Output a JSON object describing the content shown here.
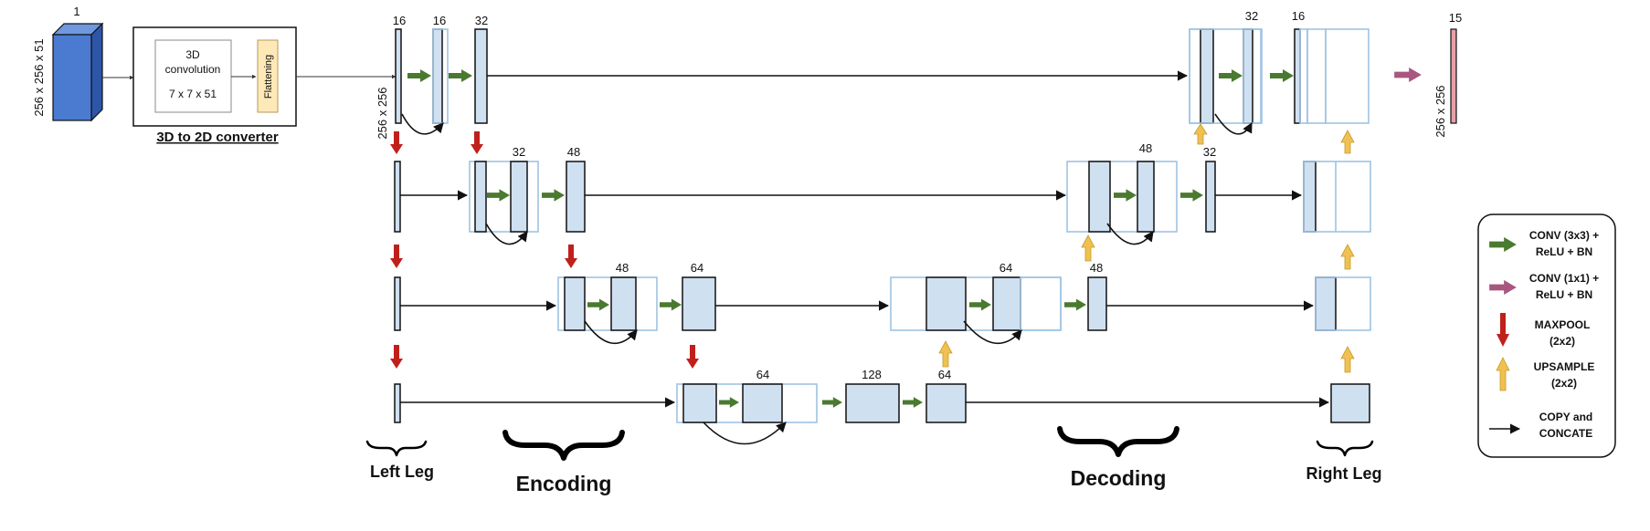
{
  "input": {
    "channels": "1",
    "size": "256 x 256 x 51"
  },
  "converter": {
    "title": "3D to 2D converter",
    "conv_line1": "3D",
    "conv_line2": "convolution",
    "conv_kernel": "7 x 7 x 51",
    "flatten": "Flattening"
  },
  "feature_counts": {
    "l1_a": "16",
    "l1_b": "16",
    "l1_c": "32",
    "l2_a": "32",
    "l2_b": "48",
    "l3_a": "48",
    "l3_b": "64",
    "l4_a": "64",
    "l4_b": "128",
    "l4_c": "64",
    "d3": "64",
    "d3_out": "48",
    "d2": "48",
    "d2_out": "32",
    "d1_a": "32",
    "d1_b": "16",
    "output": "15"
  },
  "dims": {
    "left": "256 x 256",
    "right": "256 x 256"
  },
  "sections": {
    "left_leg": "Left Leg",
    "encoding": "Encoding",
    "decoding": "Decoding",
    "right_leg": "Right Leg"
  },
  "legend": {
    "conv3": [
      "CONV (3x3) +",
      "ReLU + BN"
    ],
    "conv1": [
      "CONV (1x1) +",
      "ReLU + BN"
    ],
    "maxpool": [
      "MAXPOOL",
      "(2x2)"
    ],
    "upsample": [
      "UPSAMPLE",
      "(2x2)"
    ],
    "copy": [
      "COPY and",
      "CONCATE"
    ]
  },
  "colors": {
    "input_block": "#4a7bd0",
    "feature_block": "#cfe0f1",
    "ghost_block": "#9fc3e3",
    "conv3_arrow": "#4a7a2f",
    "conv1_arrow": "#a8577f",
    "maxpool_arrow": "#c0201b",
    "upsample_arrow": "#f0c050",
    "output_block": "#e8a0a8"
  }
}
